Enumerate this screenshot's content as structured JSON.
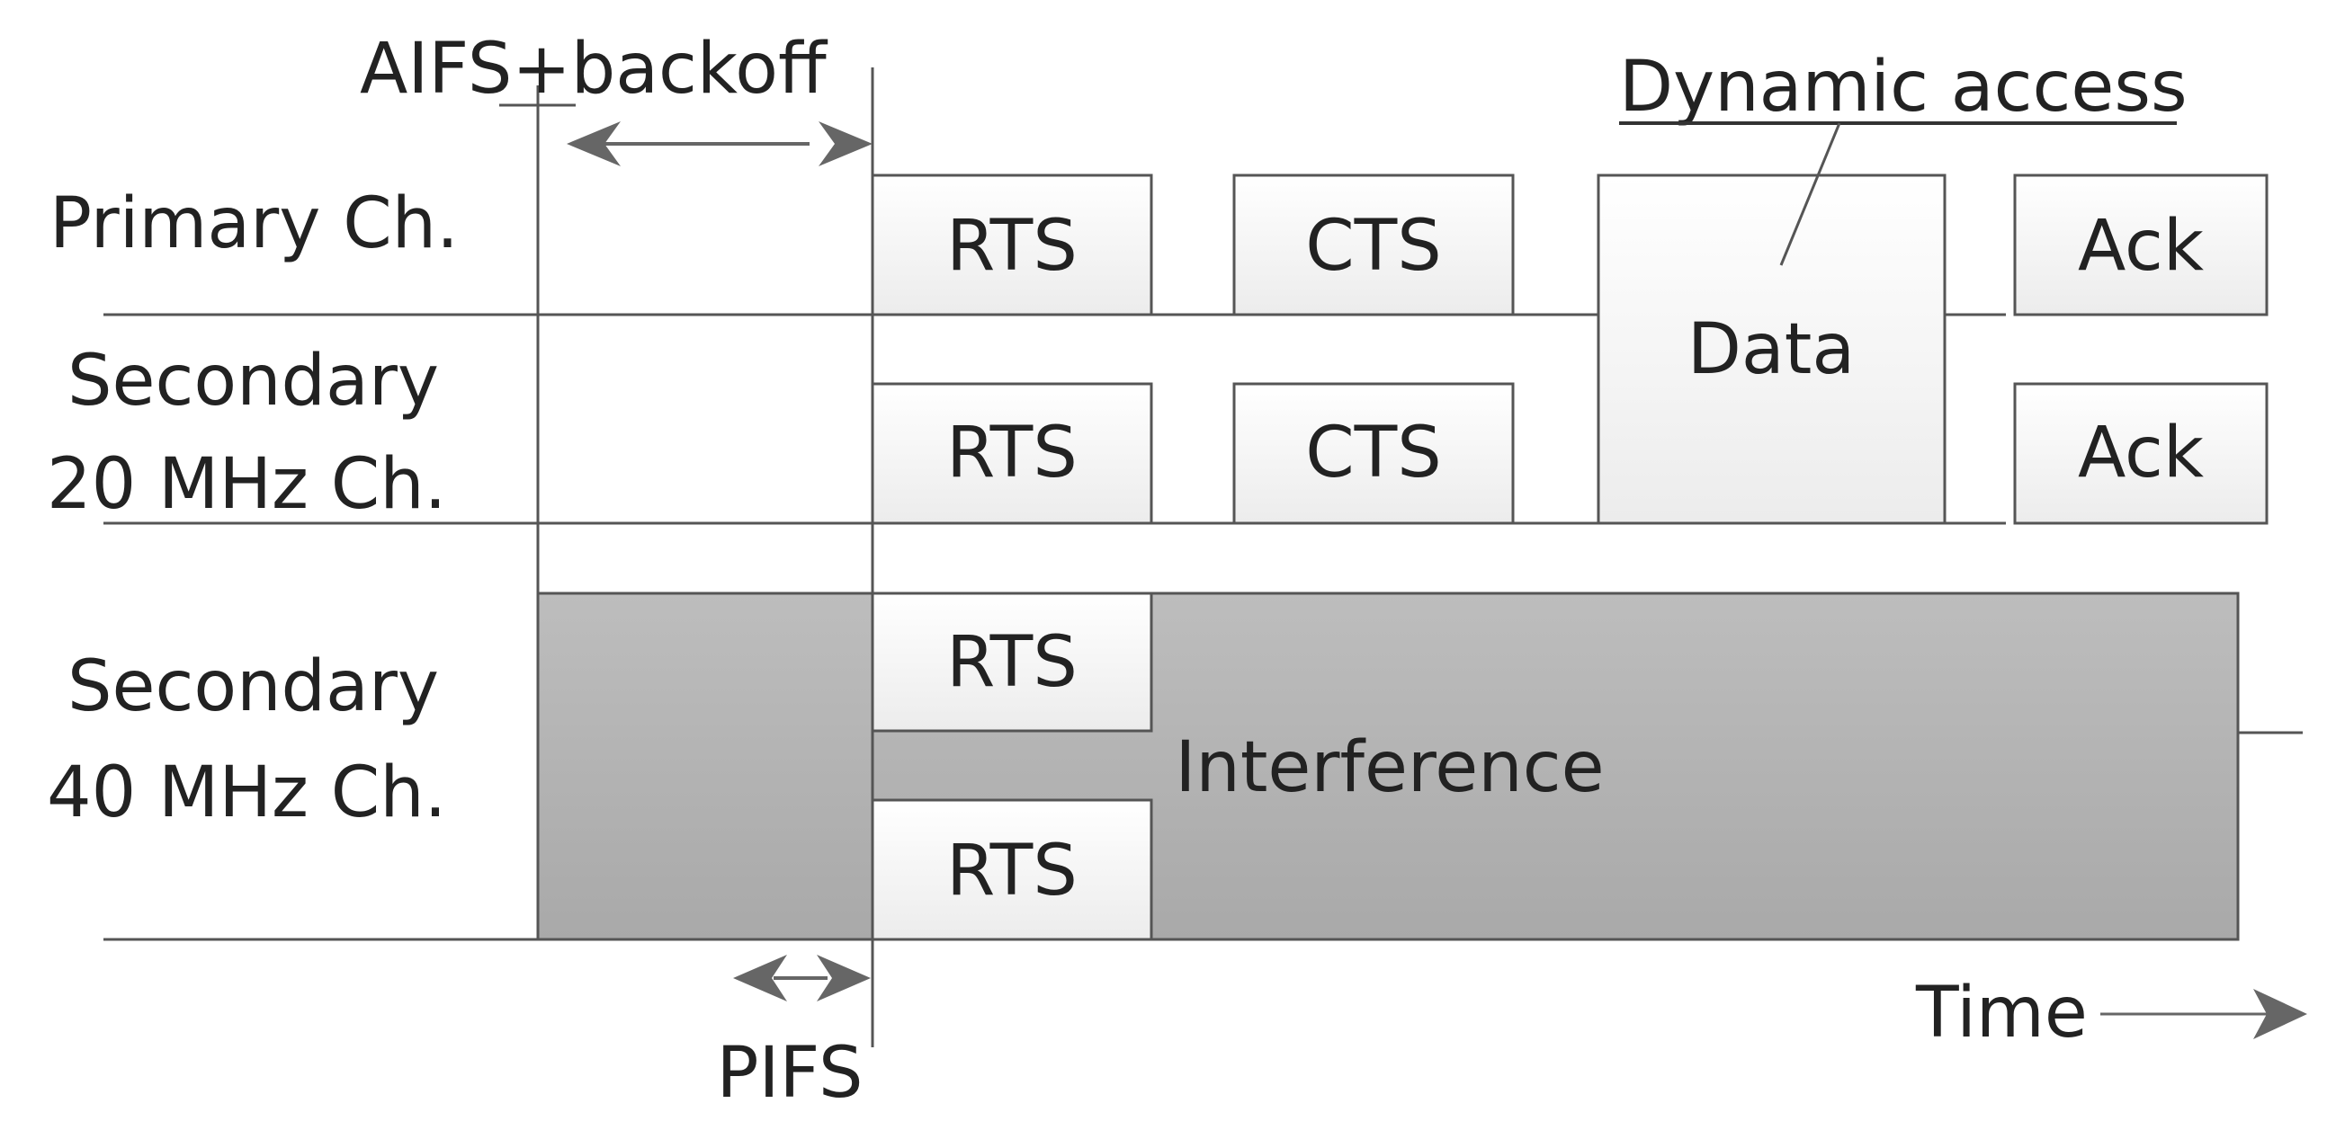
{
  "channels": {
    "primary": "Primary Ch.",
    "secondary20_line1": "Secondary",
    "secondary20_line2": "20 MHz Ch.",
    "secondary40_line1": "Secondary",
    "secondary40_line2": "40 MHz Ch."
  },
  "frames": {
    "rts": "RTS",
    "cts": "CTS",
    "data": "Data",
    "ack": "Ack",
    "interference": "Interference"
  },
  "annotations": {
    "aifs_backoff": "AIFS+backoff",
    "pifs": "PIFS",
    "dynamic_access": "Dynamic access",
    "time": "Time"
  },
  "colors": {
    "frame_fill": "#f3f3f3",
    "interference_fill": "#b3b3b3",
    "line": "#555555",
    "arrow": "#666666"
  }
}
